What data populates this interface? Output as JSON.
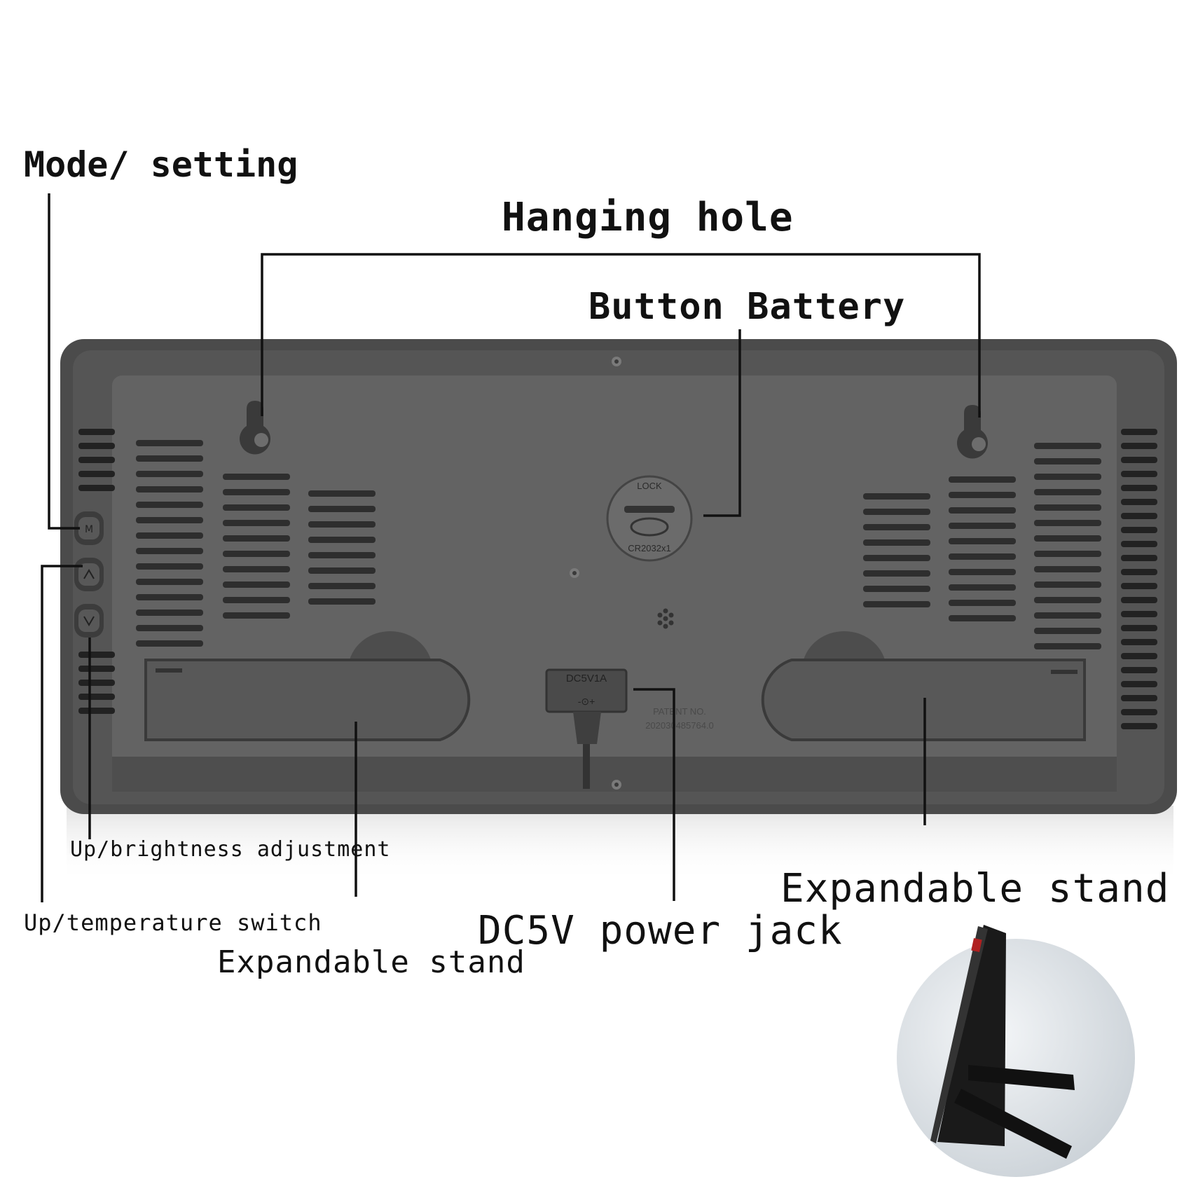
{
  "labels": {
    "mode_setting": "Mode/ setting",
    "hanging_hole": "Hanging hole",
    "button_battery": "Button Battery",
    "up_brightness": "Up/brightness adjustment",
    "up_temperature": "Up/temperature switch",
    "expandable_stand_left": "Expandable stand",
    "dc5v_power_jack": "DC5V power jack",
    "expandable_stand_right": "Expandable stand"
  },
  "device_markings": {
    "lock": "LOCK",
    "battery_model": "CR2032x1",
    "power_rating": "DC5V1A",
    "polarity": "-⊙+",
    "patent_label": "PATENT NO.",
    "patent_number": "202030485764.0"
  },
  "colors": {
    "body_outer": "#4b4b4b",
    "body_inner": "#5f5f5f",
    "vent": "#2e2e2e",
    "leader": "#111111"
  }
}
